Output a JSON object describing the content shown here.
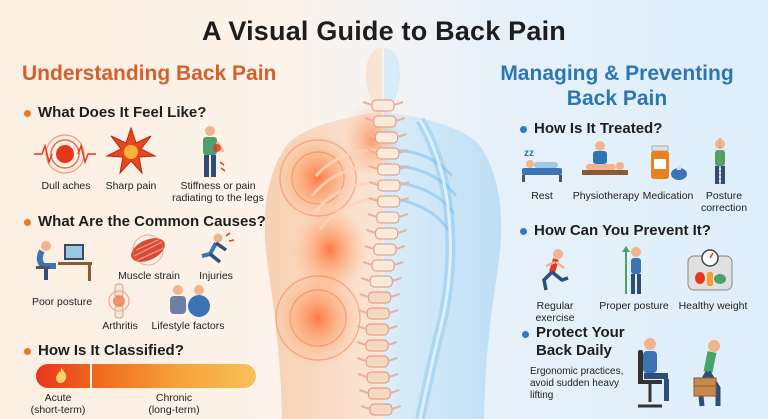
{
  "title": "A Visual Guide to Back Pain",
  "left": {
    "heading": "Understanding Back Pain",
    "feel": {
      "question": "What Does It Feel Like?",
      "items": [
        "Dull aches",
        "Sharp pain",
        "Stiffness or pain radiating to the legs"
      ]
    },
    "causes": {
      "question": "What Are the Common Causes?",
      "items": [
        "Poor posture",
        "Muscle strain",
        "Injuries",
        "Arthritis",
        "Lifestyle factors"
      ]
    },
    "classified": {
      "question": "How Is It Classified?",
      "acute": "Acute\n(short-term)",
      "chronic": "Chronic\n(long-term)"
    }
  },
  "right": {
    "heading": "Managing & Preventing Back Pain",
    "treated": {
      "question": "How Is It Treated?",
      "items": [
        "Rest",
        "Physiotherapy",
        "Medication",
        "Posture correction"
      ]
    },
    "prevent": {
      "question": "How Can You Prevent It?",
      "items": [
        "Regular exercise",
        "Proper posture",
        "Healthy weight"
      ]
    },
    "protect": {
      "question": "Protect Your Back Daily",
      "text": "Ergonomic practices, avoid sudden heavy lifting"
    }
  },
  "colors": {
    "left_accent": "#d5602b",
    "right_accent": "#2c76b3",
    "pain": "#e8361c"
  }
}
